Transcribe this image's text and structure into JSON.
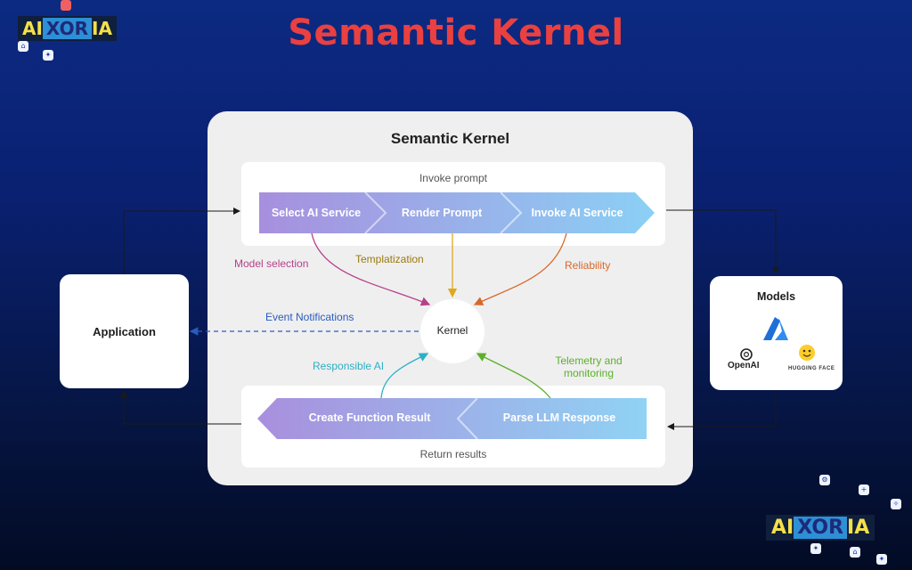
{
  "header": {
    "title": "Semantic Kernel"
  },
  "logo": {
    "part1": "AI",
    "part2": "XOR",
    "part3": "IA"
  },
  "panel": {
    "title": "Semantic Kernel",
    "invoke_label": "Invoke prompt",
    "return_label": "Return results",
    "invoke_steps": [
      "Select AI Service",
      "Render Prompt",
      "Invoke AI Service"
    ],
    "return_steps": [
      "Create Function Result",
      "Parse LLM Response"
    ]
  },
  "kernel": {
    "label": "Kernel"
  },
  "application": {
    "label": "Application"
  },
  "models": {
    "label": "Models",
    "openai": "OpenAI",
    "huggingface": "HUGGING FACE"
  },
  "edges": {
    "model_selection": "Model selection",
    "templatization": "Templatization",
    "reliability": "Reliability",
    "event_notifications": "Event Notifications",
    "responsible_ai": "Responsible AI",
    "telemetry": "Telemetry and monitoring"
  },
  "colors": {
    "title_red": "#ea4040",
    "model_selection": "#b5408a",
    "templatization": "#9a7a10",
    "reliability": "#d8682a",
    "event_notifications": "#2a5bbd",
    "responsible_ai": "#2ab0c8",
    "telemetry": "#5cb02a",
    "azure_blue": "#1f6fd8",
    "hf_yellow": "#ffcd2a"
  }
}
